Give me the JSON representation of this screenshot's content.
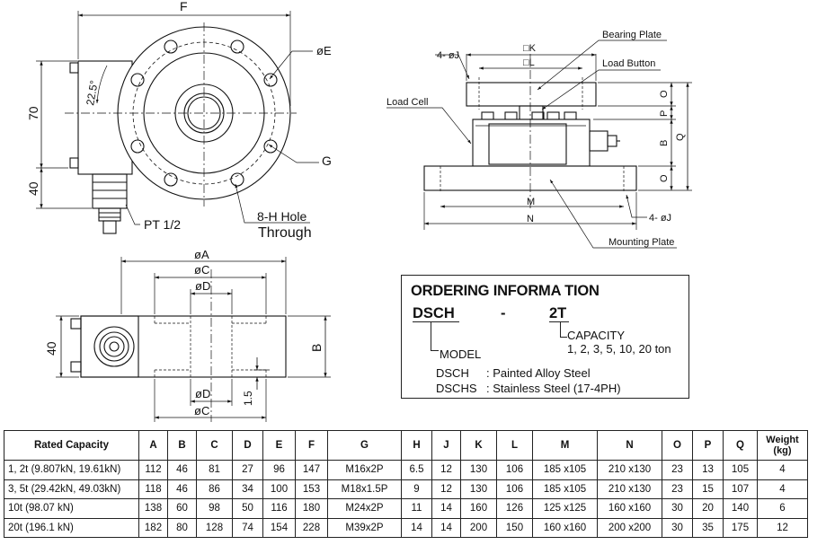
{
  "views": {
    "top": {
      "F": "F",
      "phiE": "øE",
      "G": "G",
      "dim70": "70",
      "dim40": "40",
      "angle": "22.5°",
      "pt": "PT 1/2",
      "hole1": "8-H Hole",
      "hole2": "Through"
    },
    "front": {
      "phiA": "øA",
      "phiC_top": "øC",
      "phiD_top": "øD",
      "phiD_bot": "øD",
      "phiC_bot": "øC",
      "dim40": "40",
      "B": "B",
      "dim15": "1.5"
    },
    "assembly": {
      "holes_top": "4- øJ",
      "K": "□K",
      "L": "□L",
      "bearing_plate": "Bearing Plate",
      "load_button": "Load Button",
      "load_cell": "Load Cell",
      "O_top": "O",
      "P": "P",
      "B": "B",
      "Q": "Q",
      "O_bot": "O",
      "M": "M",
      "N": "N",
      "holes_bot": "4- øJ",
      "mounting_plate": "Mounting Plate"
    }
  },
  "ordering": {
    "heading": "ORDERING INFORMA TION",
    "model_code": "DSCH",
    "separator": "-",
    "capacity_code": "2T",
    "capacity_label": "CAPACITY",
    "capacity_values": "1, 2, 3, 5, 10, 20 ton",
    "model_label": "MODEL",
    "materials": [
      {
        "code": "DSCH",
        "desc": ": Painted Alloy Steel"
      },
      {
        "code": "DSCHS",
        "desc": ": Stainless Steel (17-4PH)"
      }
    ]
  },
  "table": {
    "headers": [
      "Rated Capacity",
      "A",
      "B",
      "C",
      "D",
      "E",
      "F",
      "G",
      "H",
      "J",
      "K",
      "L",
      "M",
      "N",
      "O",
      "P",
      "Q",
      "Weight (kg)"
    ],
    "rows": [
      [
        "1, 2t (9.807kN, 19.61kN)",
        "112",
        "46",
        "81",
        "27",
        "96",
        "147",
        "M16x2P",
        "6.5",
        "12",
        "130",
        "106",
        "185 x105",
        "210 x130",
        "23",
        "13",
        "105",
        "4"
      ],
      [
        "3, 5t (29.42kN, 49.03kN)",
        "118",
        "46",
        "86",
        "34",
        "100",
        "153",
        "M18x1.5P",
        "9",
        "12",
        "130",
        "106",
        "185 x105",
        "210 x130",
        "23",
        "15",
        "107",
        "4"
      ],
      [
        "10t (98.07 kN)",
        "138",
        "60",
        "98",
        "50",
        "116",
        "180",
        "M24x2P",
        "11",
        "14",
        "160",
        "126",
        "125 x125",
        "160 x160",
        "30",
        "20",
        "140",
        "6"
      ],
      [
        "20t (196.1 kN)",
        "182",
        "80",
        "128",
        "74",
        "154",
        "228",
        "M39x2P",
        "14",
        "14",
        "200",
        "150",
        "160 x160",
        "200 x200",
        "30",
        "35",
        "175",
        "12"
      ]
    ]
  }
}
